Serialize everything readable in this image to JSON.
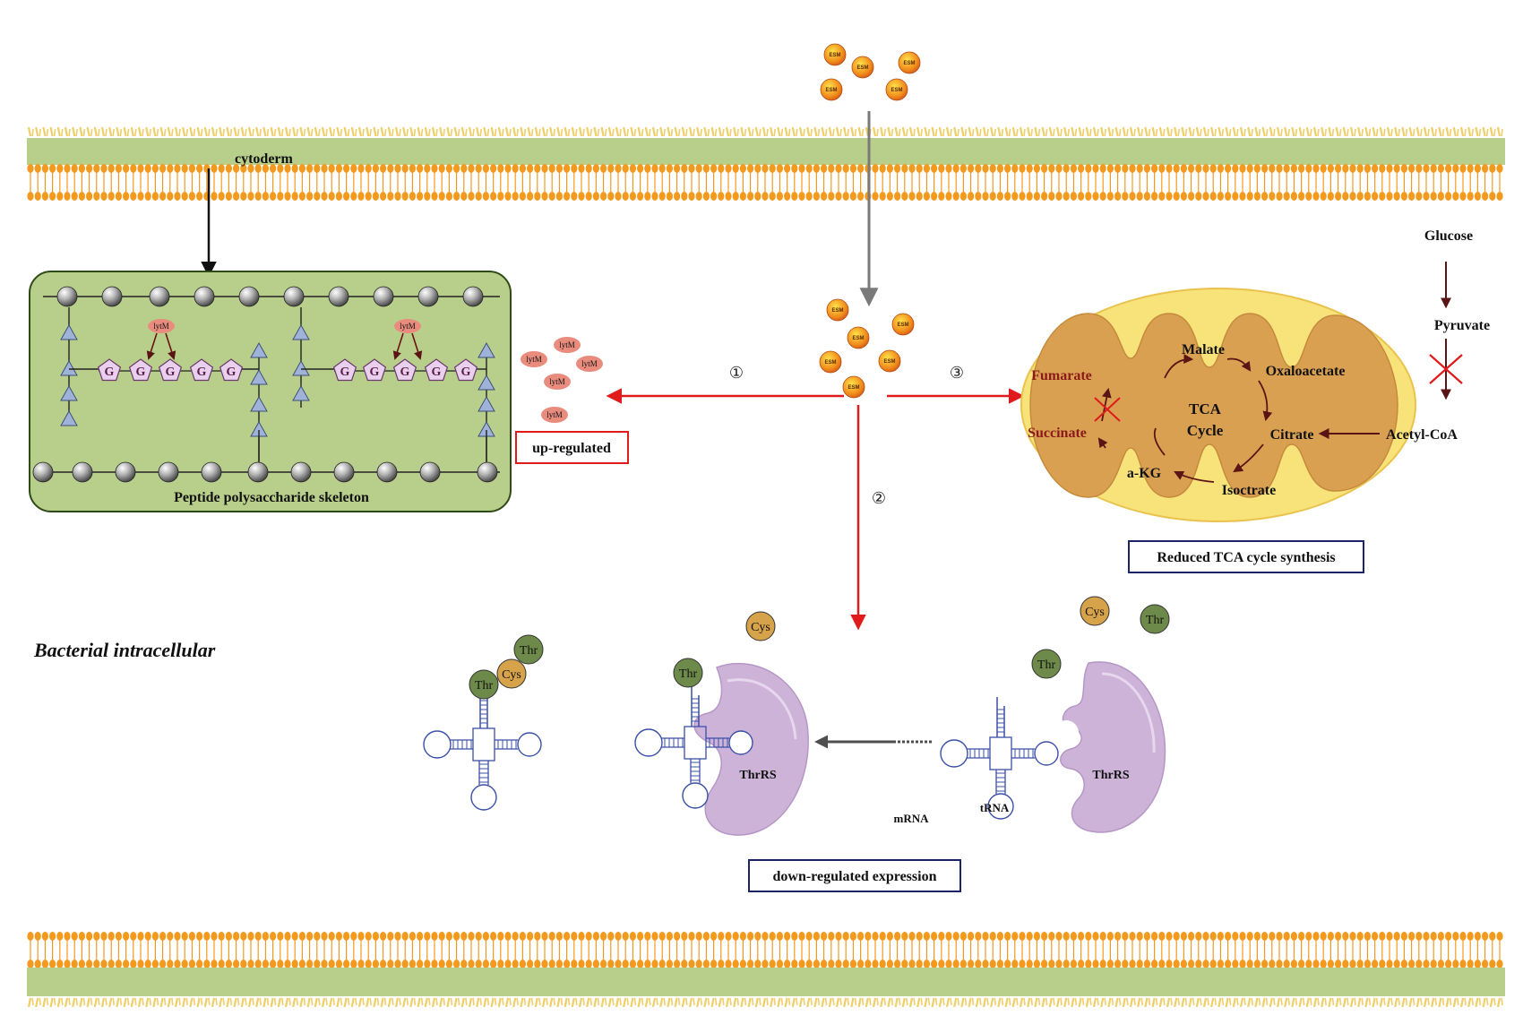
{
  "labels": {
    "cytoderm": "cytoderm",
    "skeleton": "Peptide polysaccharide skeleton",
    "intracellular": "Bacterial intracellular",
    "up_regulated": "up-regulated",
    "down_regulated": "down-regulated expression",
    "reduced_tca": "Reduced TCA cycle synthesis",
    "step1": "①",
    "step2": "②",
    "step3": "③",
    "mrna": "mRNA",
    "trna": "tRNA",
    "thrrs": "ThrRS"
  },
  "esm_label": "ESM",
  "lytm_label": "lytM",
  "glycan_label": "G",
  "amino_acids": {
    "thr": "Thr",
    "cys": "Cys"
  },
  "tca": {
    "center_line1": "TCA",
    "center_line2": "Cycle",
    "malate": "Malate",
    "oxaloacetate": "Oxaloacetate",
    "citrate": "Citrate",
    "isocitrate": "Isoctrate",
    "akg": "a-KG",
    "succinate": "Succinate",
    "fumarate": "Fumarate",
    "acetyl_coa": "Acetyl-CoA",
    "glucose": "Glucose",
    "pyruvate": "Pyruvate"
  },
  "colors": {
    "membrane_green": "#b8cf8b",
    "lipid_orange": "#f39a1e",
    "tail_yellow": "#efcf6a",
    "inhibit_red": "#e01b1b",
    "box_green": "#b8cf8b",
    "mito_outer": "#f7e37a",
    "mito_inner": "#d9a052",
    "ribosome": "#cdb3d8",
    "trna_blue": "#3a4fa8",
    "thr_green": "#6e8a4a",
    "cys_orange": "#d6a24a"
  }
}
